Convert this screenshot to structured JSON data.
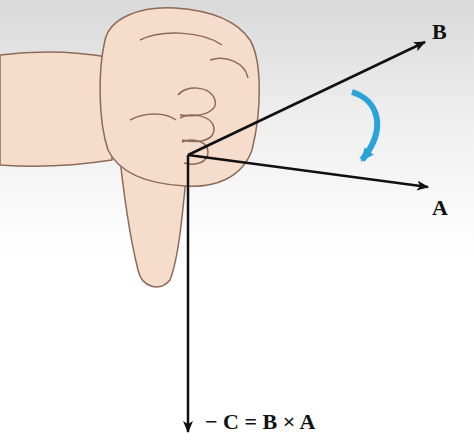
{
  "diagram": {
    "labels": [
      "B",
      "A",
      "− C = B × A"
    ]
  }
}
